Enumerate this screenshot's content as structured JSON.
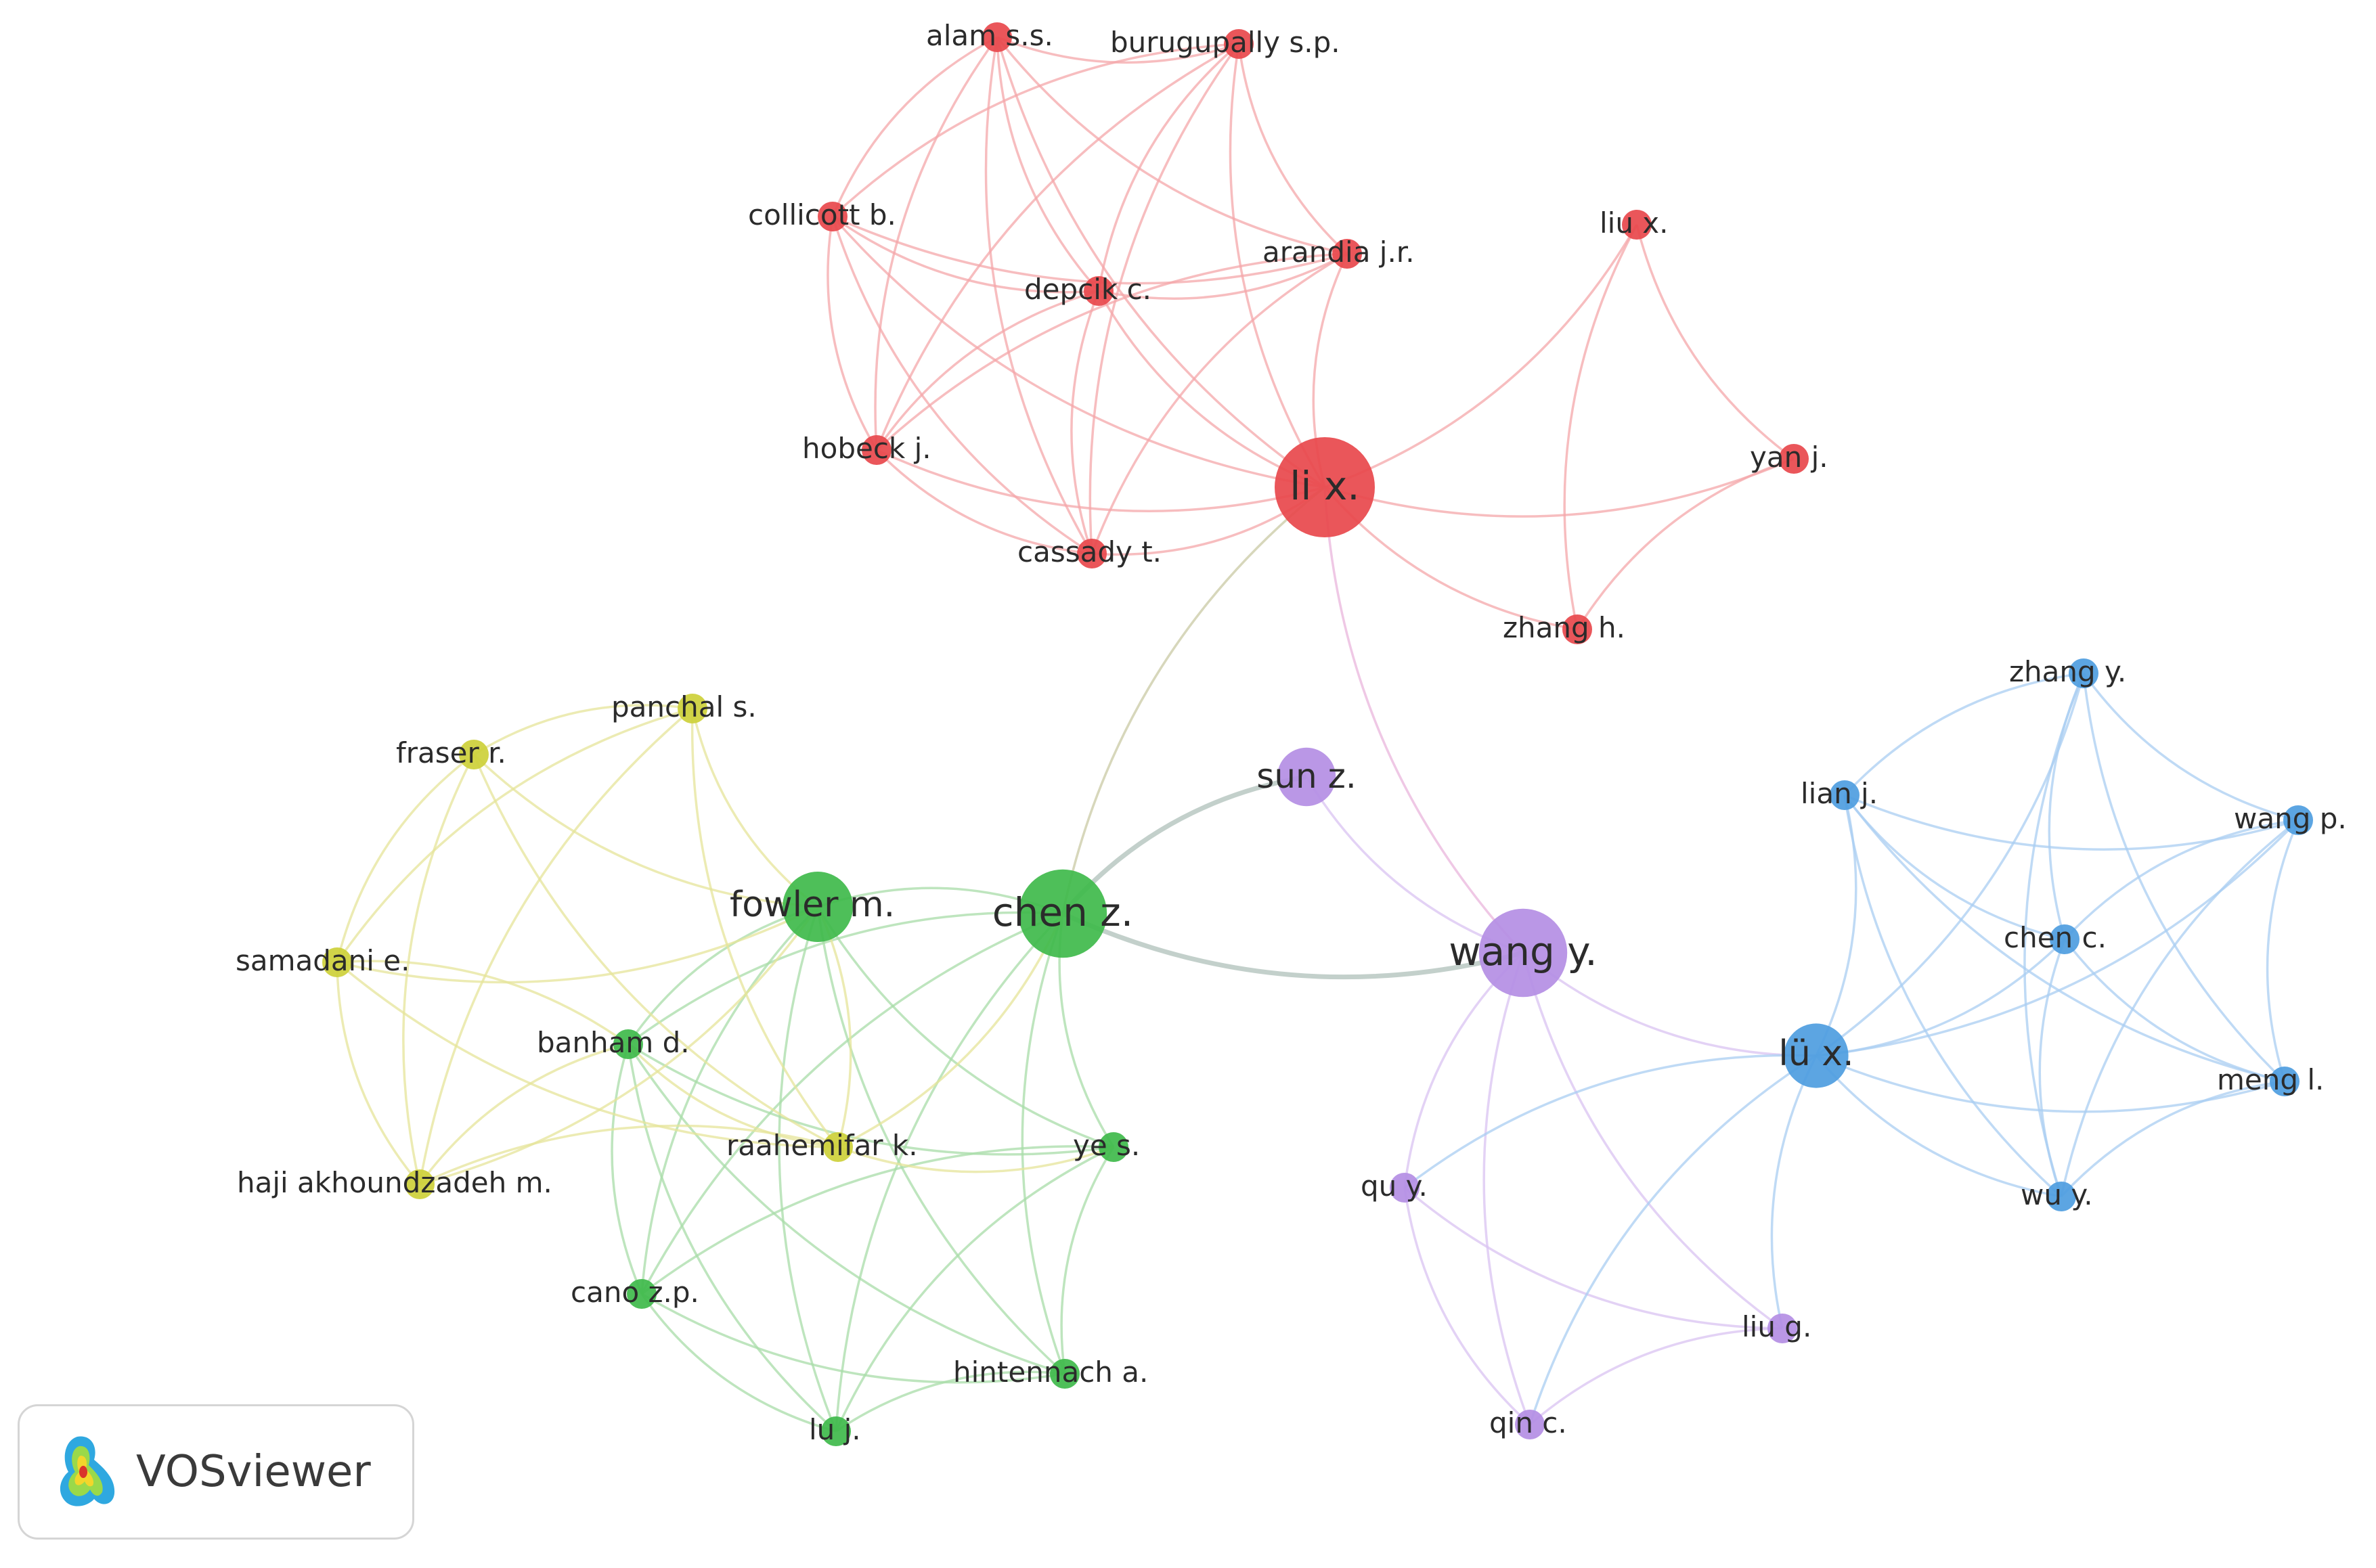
{
  "app": {
    "logo_text": "VOSviewer"
  },
  "clusters": {
    "red": "#e8484c",
    "green": "#3fba4b",
    "blue": "#4e9de0",
    "yellow": "#cdd03a",
    "purple": "#b48ee4"
  },
  "edge_colors": {
    "red": "#f4a7a9",
    "green": "#a8dca8",
    "blue": "#a9cef2",
    "yellow": "#e6e49a",
    "purple": "#d9c3f2",
    "red-green": "#c9c9a4",
    "green-purple": "#b8c8c2",
    "red-purple": "#e9b6dc"
  },
  "nodes": [
    {
      "id": "alam",
      "label": "alam s.s.",
      "cluster": "red",
      "weight": 1
    },
    {
      "id": "burugupally",
      "label": "burugupally s.p.",
      "cluster": "red",
      "weight": 1
    },
    {
      "id": "collicott",
      "label": "collicott b.",
      "cluster": "red",
      "weight": 1
    },
    {
      "id": "depcik",
      "label": "depcik c.",
      "cluster": "red",
      "weight": 1
    },
    {
      "id": "arandia",
      "label": "arandia j.r.",
      "cluster": "red",
      "weight": 1
    },
    {
      "id": "hobeck",
      "label": "hobeck j.",
      "cluster": "red",
      "weight": 1
    },
    {
      "id": "lix",
      "label": "li x.",
      "cluster": "red",
      "weight": 3
    },
    {
      "id": "cassady",
      "label": "cassady t.",
      "cluster": "red",
      "weight": 1
    },
    {
      "id": "liux",
      "label": "liu x.",
      "cluster": "red",
      "weight": 1
    },
    {
      "id": "yanj",
      "label": "yan j.",
      "cluster": "red",
      "weight": 1
    },
    {
      "id": "zhangh",
      "label": "zhang h.",
      "cluster": "red",
      "weight": 1
    },
    {
      "id": "sunz",
      "label": "sun z.",
      "cluster": "purple",
      "weight": 1.6
    },
    {
      "id": "wangy",
      "label": "wang y.",
      "cluster": "purple",
      "weight": 2.6
    },
    {
      "id": "quy",
      "label": "qu y.",
      "cluster": "purple",
      "weight": 1
    },
    {
      "id": "liug",
      "label": "liu g.",
      "cluster": "purple",
      "weight": 1
    },
    {
      "id": "qinc",
      "label": "qin c.",
      "cluster": "purple",
      "weight": 1
    },
    {
      "id": "chenz",
      "label": "chen z.",
      "cluster": "green",
      "weight": 2.6
    },
    {
      "id": "fowler",
      "label": "fowler m.",
      "cluster": "green",
      "weight": 2
    },
    {
      "id": "banham",
      "label": "banham d.",
      "cluster": "green",
      "weight": 1
    },
    {
      "id": "yes",
      "label": "ye s.",
      "cluster": "green",
      "weight": 1
    },
    {
      "id": "cano",
      "label": "cano z.p.",
      "cluster": "green",
      "weight": 1
    },
    {
      "id": "hintennach",
      "label": "hintennach a.",
      "cluster": "green",
      "weight": 1
    },
    {
      "id": "luj",
      "label": "lu j.",
      "cluster": "green",
      "weight": 1
    },
    {
      "id": "panchal",
      "label": "panchal s.",
      "cluster": "yellow",
      "weight": 1
    },
    {
      "id": "fraser",
      "label": "fraser r.",
      "cluster": "yellow",
      "weight": 1
    },
    {
      "id": "samadani",
      "label": "samadani e.",
      "cluster": "yellow",
      "weight": 1
    },
    {
      "id": "raahemifar",
      "label": "raahemifar k.",
      "cluster": "yellow",
      "weight": 1
    },
    {
      "id": "haji",
      "label": "haji akhoundzadeh m.",
      "cluster": "yellow",
      "weight": 1
    },
    {
      "id": "zhangy",
      "label": "zhang y.",
      "cluster": "blue",
      "weight": 1
    },
    {
      "id": "lianj",
      "label": "lian j.",
      "cluster": "blue",
      "weight": 1
    },
    {
      "id": "wangp",
      "label": "wang p.",
      "cluster": "blue",
      "weight": 1
    },
    {
      "id": "chenc",
      "label": "chen c.",
      "cluster": "blue",
      "weight": 1
    },
    {
      "id": "lux",
      "label": "lü x.",
      "cluster": "blue",
      "weight": 1.8
    },
    {
      "id": "mengl",
      "label": "meng l.",
      "cluster": "blue",
      "weight": 1
    },
    {
      "id": "wuy",
      "label": "wu y.",
      "cluster": "blue",
      "weight": 1
    }
  ],
  "links": [
    [
      "alam",
      "burugupally"
    ],
    [
      "alam",
      "collicott"
    ],
    [
      "alam",
      "depcik"
    ],
    [
      "alam",
      "arandia"
    ],
    [
      "alam",
      "hobeck"
    ],
    [
      "alam",
      "lix"
    ],
    [
      "alam",
      "cassady"
    ],
    [
      "burugupally",
      "collicott"
    ],
    [
      "burugupally",
      "depcik"
    ],
    [
      "burugupally",
      "arandia"
    ],
    [
      "burugupally",
      "hobeck"
    ],
    [
      "burugupally",
      "lix"
    ],
    [
      "burugupally",
      "cassady"
    ],
    [
      "collicott",
      "depcik"
    ],
    [
      "collicott",
      "arandia"
    ],
    [
      "collicott",
      "hobeck"
    ],
    [
      "collicott",
      "lix"
    ],
    [
      "collicott",
      "cassady"
    ],
    [
      "depcik",
      "arandia"
    ],
    [
      "depcik",
      "hobeck"
    ],
    [
      "depcik",
      "lix"
    ],
    [
      "depcik",
      "cassady"
    ],
    [
      "arandia",
      "hobeck"
    ],
    [
      "arandia",
      "lix"
    ],
    [
      "arandia",
      "cassady"
    ],
    [
      "hobeck",
      "lix"
    ],
    [
      "hobeck",
      "cassady"
    ],
    [
      "cassady",
      "lix"
    ],
    [
      "lix",
      "liux"
    ],
    [
      "lix",
      "yanj"
    ],
    [
      "lix",
      "zhangh"
    ],
    [
      "liux",
      "yanj"
    ],
    [
      "liux",
      "zhangh"
    ],
    [
      "yanj",
      "zhangh"
    ],
    [
      "lix",
      "chenz"
    ],
    [
      "lix",
      "wangy"
    ],
    [
      "sunz",
      "chenz"
    ],
    [
      "sunz",
      "wangy"
    ],
    [
      "chenz",
      "wangy"
    ],
    [
      "wangy",
      "quy"
    ],
    [
      "wangy",
      "liug"
    ],
    [
      "wangy",
      "qinc"
    ],
    [
      "quy",
      "liug"
    ],
    [
      "quy",
      "qinc"
    ],
    [
      "liug",
      "qinc"
    ],
    [
      "wangy",
      "lux"
    ],
    [
      "lux",
      "quy"
    ],
    [
      "lux",
      "qinc"
    ],
    [
      "lux",
      "liug"
    ],
    [
      "lux",
      "zhangy"
    ],
    [
      "lux",
      "lianj"
    ],
    [
      "lux",
      "wangp"
    ],
    [
      "lux",
      "chenc"
    ],
    [
      "lux",
      "mengl"
    ],
    [
      "lux",
      "wuy"
    ],
    [
      "zhangy",
      "lianj"
    ],
    [
      "zhangy",
      "wangp"
    ],
    [
      "zhangy",
      "chenc"
    ],
    [
      "zhangy",
      "mengl"
    ],
    [
      "zhangy",
      "wuy"
    ],
    [
      "lianj",
      "wangp"
    ],
    [
      "lianj",
      "chenc"
    ],
    [
      "lianj",
      "mengl"
    ],
    [
      "lianj",
      "wuy"
    ],
    [
      "wangp",
      "chenc"
    ],
    [
      "wangp",
      "mengl"
    ],
    [
      "wangp",
      "wuy"
    ],
    [
      "chenc",
      "mengl"
    ],
    [
      "chenc",
      "wuy"
    ],
    [
      "mengl",
      "wuy"
    ],
    [
      "chenz",
      "fowler"
    ],
    [
      "chenz",
      "banham"
    ],
    [
      "chenz",
      "yes"
    ],
    [
      "chenz",
      "cano"
    ],
    [
      "chenz",
      "hintennach"
    ],
    [
      "chenz",
      "luj"
    ],
    [
      "fowler",
      "banham"
    ],
    [
      "fowler",
      "yes"
    ],
    [
      "fowler",
      "cano"
    ],
    [
      "fowler",
      "hintennach"
    ],
    [
      "fowler",
      "luj"
    ],
    [
      "banham",
      "yes"
    ],
    [
      "banham",
      "cano"
    ],
    [
      "banham",
      "hintennach"
    ],
    [
      "banham",
      "luj"
    ],
    [
      "yes",
      "cano"
    ],
    [
      "yes",
      "hintennach"
    ],
    [
      "yes",
      "luj"
    ],
    [
      "cano",
      "hintennach"
    ],
    [
      "cano",
      "luj"
    ],
    [
      "hintennach",
      "luj"
    ],
    [
      "panchal",
      "fraser"
    ],
    [
      "panchal",
      "samadani"
    ],
    [
      "panchal",
      "raahemifar"
    ],
    [
      "panchal",
      "haji"
    ],
    [
      "panchal",
      "fowler"
    ],
    [
      "fraser",
      "samadani"
    ],
    [
      "fraser",
      "raahemifar"
    ],
    [
      "fraser",
      "haji"
    ],
    [
      "fraser",
      "fowler"
    ],
    [
      "samadani",
      "raahemifar"
    ],
    [
      "samadani",
      "haji"
    ],
    [
      "samadani",
      "fowler"
    ],
    [
      "raahemifar",
      "haji"
    ],
    [
      "raahemifar",
      "fowler"
    ],
    [
      "haji",
      "fowler"
    ],
    [
      "banham",
      "raahemifar"
    ],
    [
      "banham",
      "samadani"
    ],
    [
      "banham",
      "haji"
    ],
    [
      "raahemifar",
      "yes"
    ],
    [
      "raahemifar",
      "chenz"
    ]
  ]
}
